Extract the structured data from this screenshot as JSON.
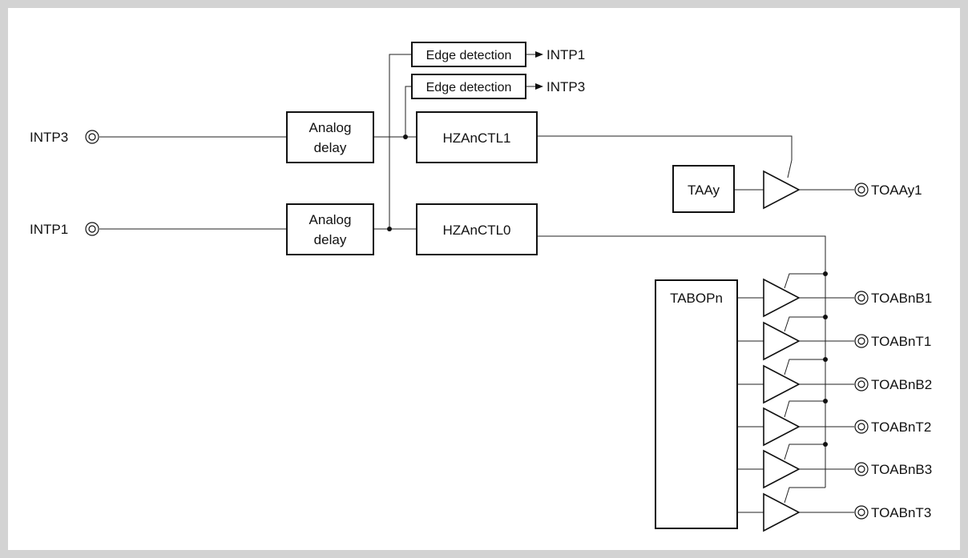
{
  "inputs": {
    "intp3": "INTP3",
    "intp1": "INTP1"
  },
  "blocks": {
    "analog_delay_line1": "Analog",
    "analog_delay_line2": "delay",
    "edge_detection": "Edge detection",
    "hzanctl1": "HZAnCTL1",
    "hzanctl0": "HZAnCTL0",
    "taay": "TAAy",
    "tabopn": "TABOPn"
  },
  "edge_outputs": {
    "upper": "INTP1",
    "lower": "INTP3"
  },
  "outputs": {
    "toaay1": "TOAAy1",
    "toabnb1": "TOABnB1",
    "toabnt1": "TOABnT1",
    "toabnb2": "TOABnB2",
    "toabnt2": "TOABnT2",
    "toabnb3": "TOABnB3",
    "toabnt3": "TOABnT3"
  },
  "colors": {
    "frame_border": "#d3d3d3",
    "background": "#ffffff",
    "line": "#111111"
  }
}
